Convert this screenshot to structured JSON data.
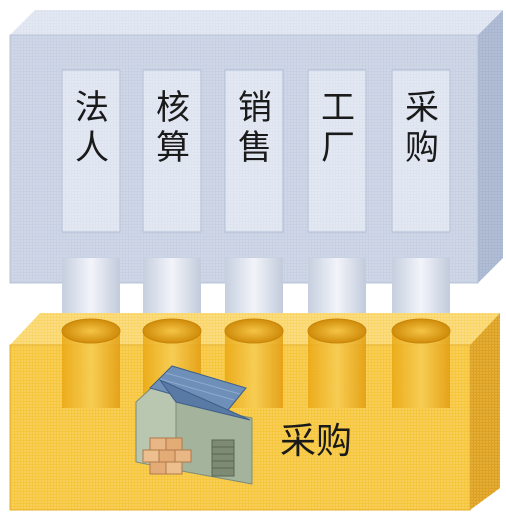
{
  "diagram": {
    "slots": [
      {
        "label": "法\n人"
      },
      {
        "label": "核\n算"
      },
      {
        "label": "销\n售"
      },
      {
        "label": "工\n厂"
      },
      {
        "label": "采\n购"
      }
    ],
    "warehouse_label": "采购",
    "colors": {
      "top_block": "#c9d3e6",
      "top_block_side": "#a9b7cf",
      "bottom_block": "#f7c948",
      "bottom_block_side": "#e0a520",
      "connector": "#dfe4ee",
      "socket": "#e5a416"
    },
    "icons": [
      "warehouse-icon",
      "boxes-icon"
    ]
  }
}
